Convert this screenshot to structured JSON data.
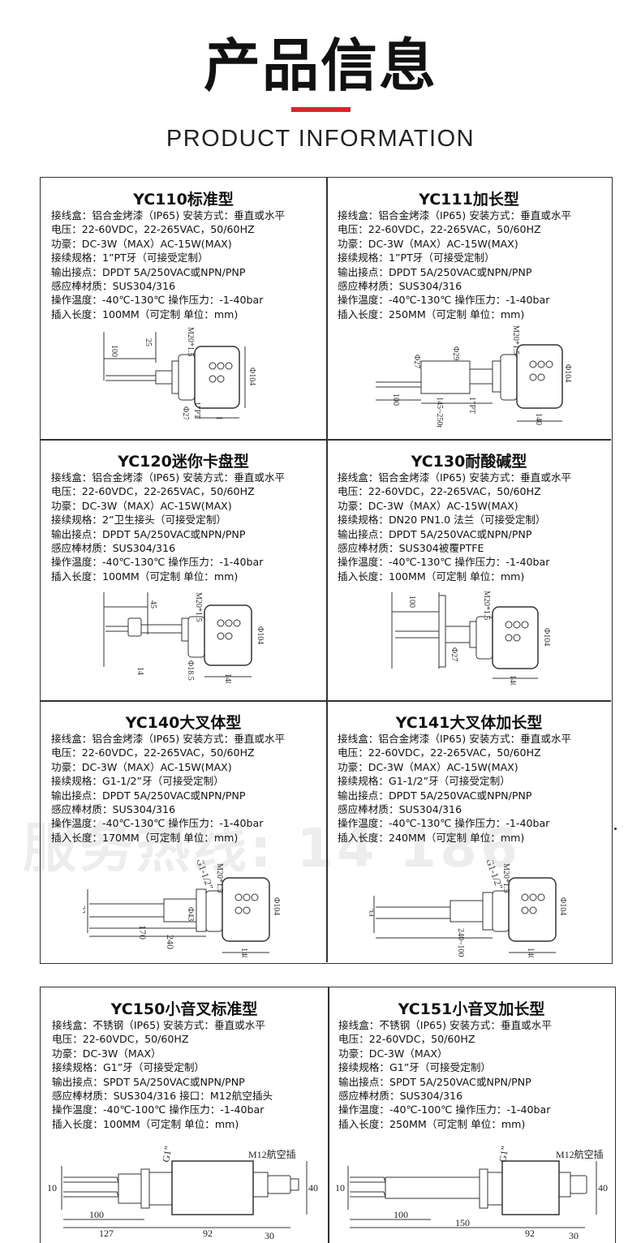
{
  "header": {
    "title_zh": "产品信息",
    "title_en": "PRODUCT INFORMATION"
  },
  "watermark": "服务热线: 14 186",
  "products": [
    {
      "title": "YC110标准型",
      "specs": [
        "接线盒：铝合金烤漆（IP65) 安装方式：垂直或水平",
        "电压：22-60VDC，22-265VAC，50/60HZ",
        "功豪：DC-3W（MAX）AC-15W(MAX)",
        "接续规格：1”PT牙（可接受定制）",
        "输出接点：DPDT 5A/250VAC或NPN/PNP",
        "感应棒材质：SUS304/316",
        "操作温度：-40℃-130℃  操作压力：-1-40bar",
        "插入长度：100MM（可定制 单位：mm)"
      ],
      "dims": {
        "a": "100",
        "b": "25",
        "c": "M20*1.5",
        "d": "Φ104",
        "e": "1”PT",
        "f": "Φ27",
        "g": "140"
      }
    },
    {
      "title": "YC111加长型",
      "specs": [
        "接线盒：铝合金烤漆（IP65) 安装方式：垂直或水平",
        "电压：22-60VDC，22-265VAC，50/60HZ",
        "功豪：DC-3W（MAX）AC-15W(MAX)",
        "接续规格：1”PT牙（可接受定制）",
        "输出接点：DPDT 5A/250VAC或NPN/PNP",
        "感应棒材质：SUS304/316",
        "操作温度：-40℃-130℃  操作压力：-1-40bar",
        "插入长度：250MM（可定制 单位：mm)"
      ],
      "dims": {
        "a": "Φ27",
        "b": "Φ29",
        "c": "M20*1.5",
        "d": "Φ104",
        "e": "100",
        "f": "145~250mm",
        "g": "1”PT",
        "h": "140"
      }
    },
    {
      "title": "YC120迷你卡盘型",
      "specs": [
        "接线盒：铝合金烤漆（IP65) 安装方式：垂直或水平",
        "电压：22-60VDC，22-265VAC，50/60HZ",
        "功豪：DC-3W（MAX）AC-15W(MAX)",
        "接续规格：2”卫生接头（可接受定制）",
        "输出接点：DPDT 5A/250VAC或NPN/PNP",
        "感应棒材质：SUS304/316",
        "操作温度：-40℃-130℃  操作压力：-1-40bar",
        "插入长度：100MM（可定制 单位：mm)"
      ],
      "dims": {
        "a": "45",
        "b": "M20*1.5",
        "c": "Φ104",
        "d": "14",
        "e": "Φ18.5",
        "f": "140"
      }
    },
    {
      "title": "YC130耐酸碱型",
      "specs": [
        "接线盒：铝合金烤漆（IP65) 安装方式：垂直或水平",
        "电压：22-60VDC，22-265VAC，50/60HZ",
        "功豪：DC-3W（MAX）AC-15W(MAX)",
        "接续规格：DN20 PN1.0 法兰（可接受定制）",
        "输出接点：DPDT 5A/250VAC或NPN/PNP",
        "感应棒材质：SUS304被覆PTFE",
        "操作温度：-40℃-130℃  操作压力：-1-40bar",
        "插入长度：100MM（可定制 单位：mm)"
      ],
      "dims": {
        "a": "100",
        "b": "M20*1.5",
        "c": "Φ104",
        "d": "Φ27",
        "e": "140"
      }
    },
    {
      "title": "YC140大叉体型",
      "specs": [
        "接线盒：铝合金烤漆（IP65) 安装方式：垂直或水平",
        "电压：22-60VDC，22-265VAC，50/60HZ",
        "功豪：DC-3W（MAX）AC-15W(MAX)",
        "接续规格：G1-1/2”牙（可接受定制）",
        "输出接点：DPDT 5A/250VAC或NPN/PNP",
        "感应棒材质：SUS304/316",
        "操作温度：-40℃-130℃  操作压力：-1-40bar",
        "插入长度：170MM（可定制 单位：mm)"
      ],
      "dims": {
        "a": "G1-1/2”",
        "b": "M20*1.5",
        "c": "22",
        "d": "Φ43",
        "e": "Φ104",
        "f": "170",
        "g": "240",
        "h": "140"
      }
    },
    {
      "title": "YC141大叉体加长型",
      "specs": [
        "接线盒：铝合金烤漆（IP65) 安装方式：垂直或水平",
        "电压：22-60VDC，22-265VAC，50/60HZ",
        "功豪：DC-3W（MAX）AC-15W(MAX)",
        "接续规格：G1-1/2”牙（可接受定制）",
        "输出接点：DPDT 5A/250VAC或NPN/PNP",
        "感应棒材质：SUS304/316",
        "操作温度：-40℃-130℃  操作压力：-1-40bar",
        "插入长度：240MM（可定制 单位：mm)"
      ],
      "dims": {
        "a": "G1-1/2”",
        "b": "M20*1.5",
        "c": "34",
        "d": "Φ104",
        "e": "240~1000",
        "f": "140"
      }
    },
    {
      "title": "YC150小音叉标准型",
      "specs": [
        "接线盒：不锈钢（IP65) 安装方式：垂直或水平",
        "电压：22-60VDC，50/60HZ",
        "功豪：DC-3W（MAX）",
        "接续规格：G1”牙（可接受定制）",
        "输出接点：SPDT 5A/250VAC或NPN/PNP",
        "感应棒材质：SUS304/316  接口：M12航空插头",
        "操作温度：-40℃-100℃  操作压力：-1-40bar",
        "插入长度：100MM（可定制 单位：mm)"
      ],
      "dims": {
        "a": "G1”",
        "b": "M12航空插",
        "c": "10",
        "d": "40",
        "e": "100",
        "f": "127",
        "g": "92",
        "h": "30"
      }
    },
    {
      "title": "YC151小音叉加长型",
      "specs": [
        "接线盒：不锈钢（IP65) 安装方式：垂直或水平",
        "电压：22-60VDC，50/60HZ",
        "功豪：DC-3W（MAX）",
        "接续规格：G1”牙（可接受定制）",
        "输出接点：SPDT 5A/250VAC或NPN/PNP",
        "感应棒材质：SUS304/316",
        "操作温度：-40℃-100℃  操作压力：-1-40bar",
        "插入长度：250MM（可定制 单位：mm)"
      ],
      "dims": {
        "a": "G1”",
        "b": "M12航空插",
        "c": "10",
        "d": "40",
        "e": "100",
        "f": "150",
        "g": "92",
        "h": "30"
      }
    }
  ]
}
